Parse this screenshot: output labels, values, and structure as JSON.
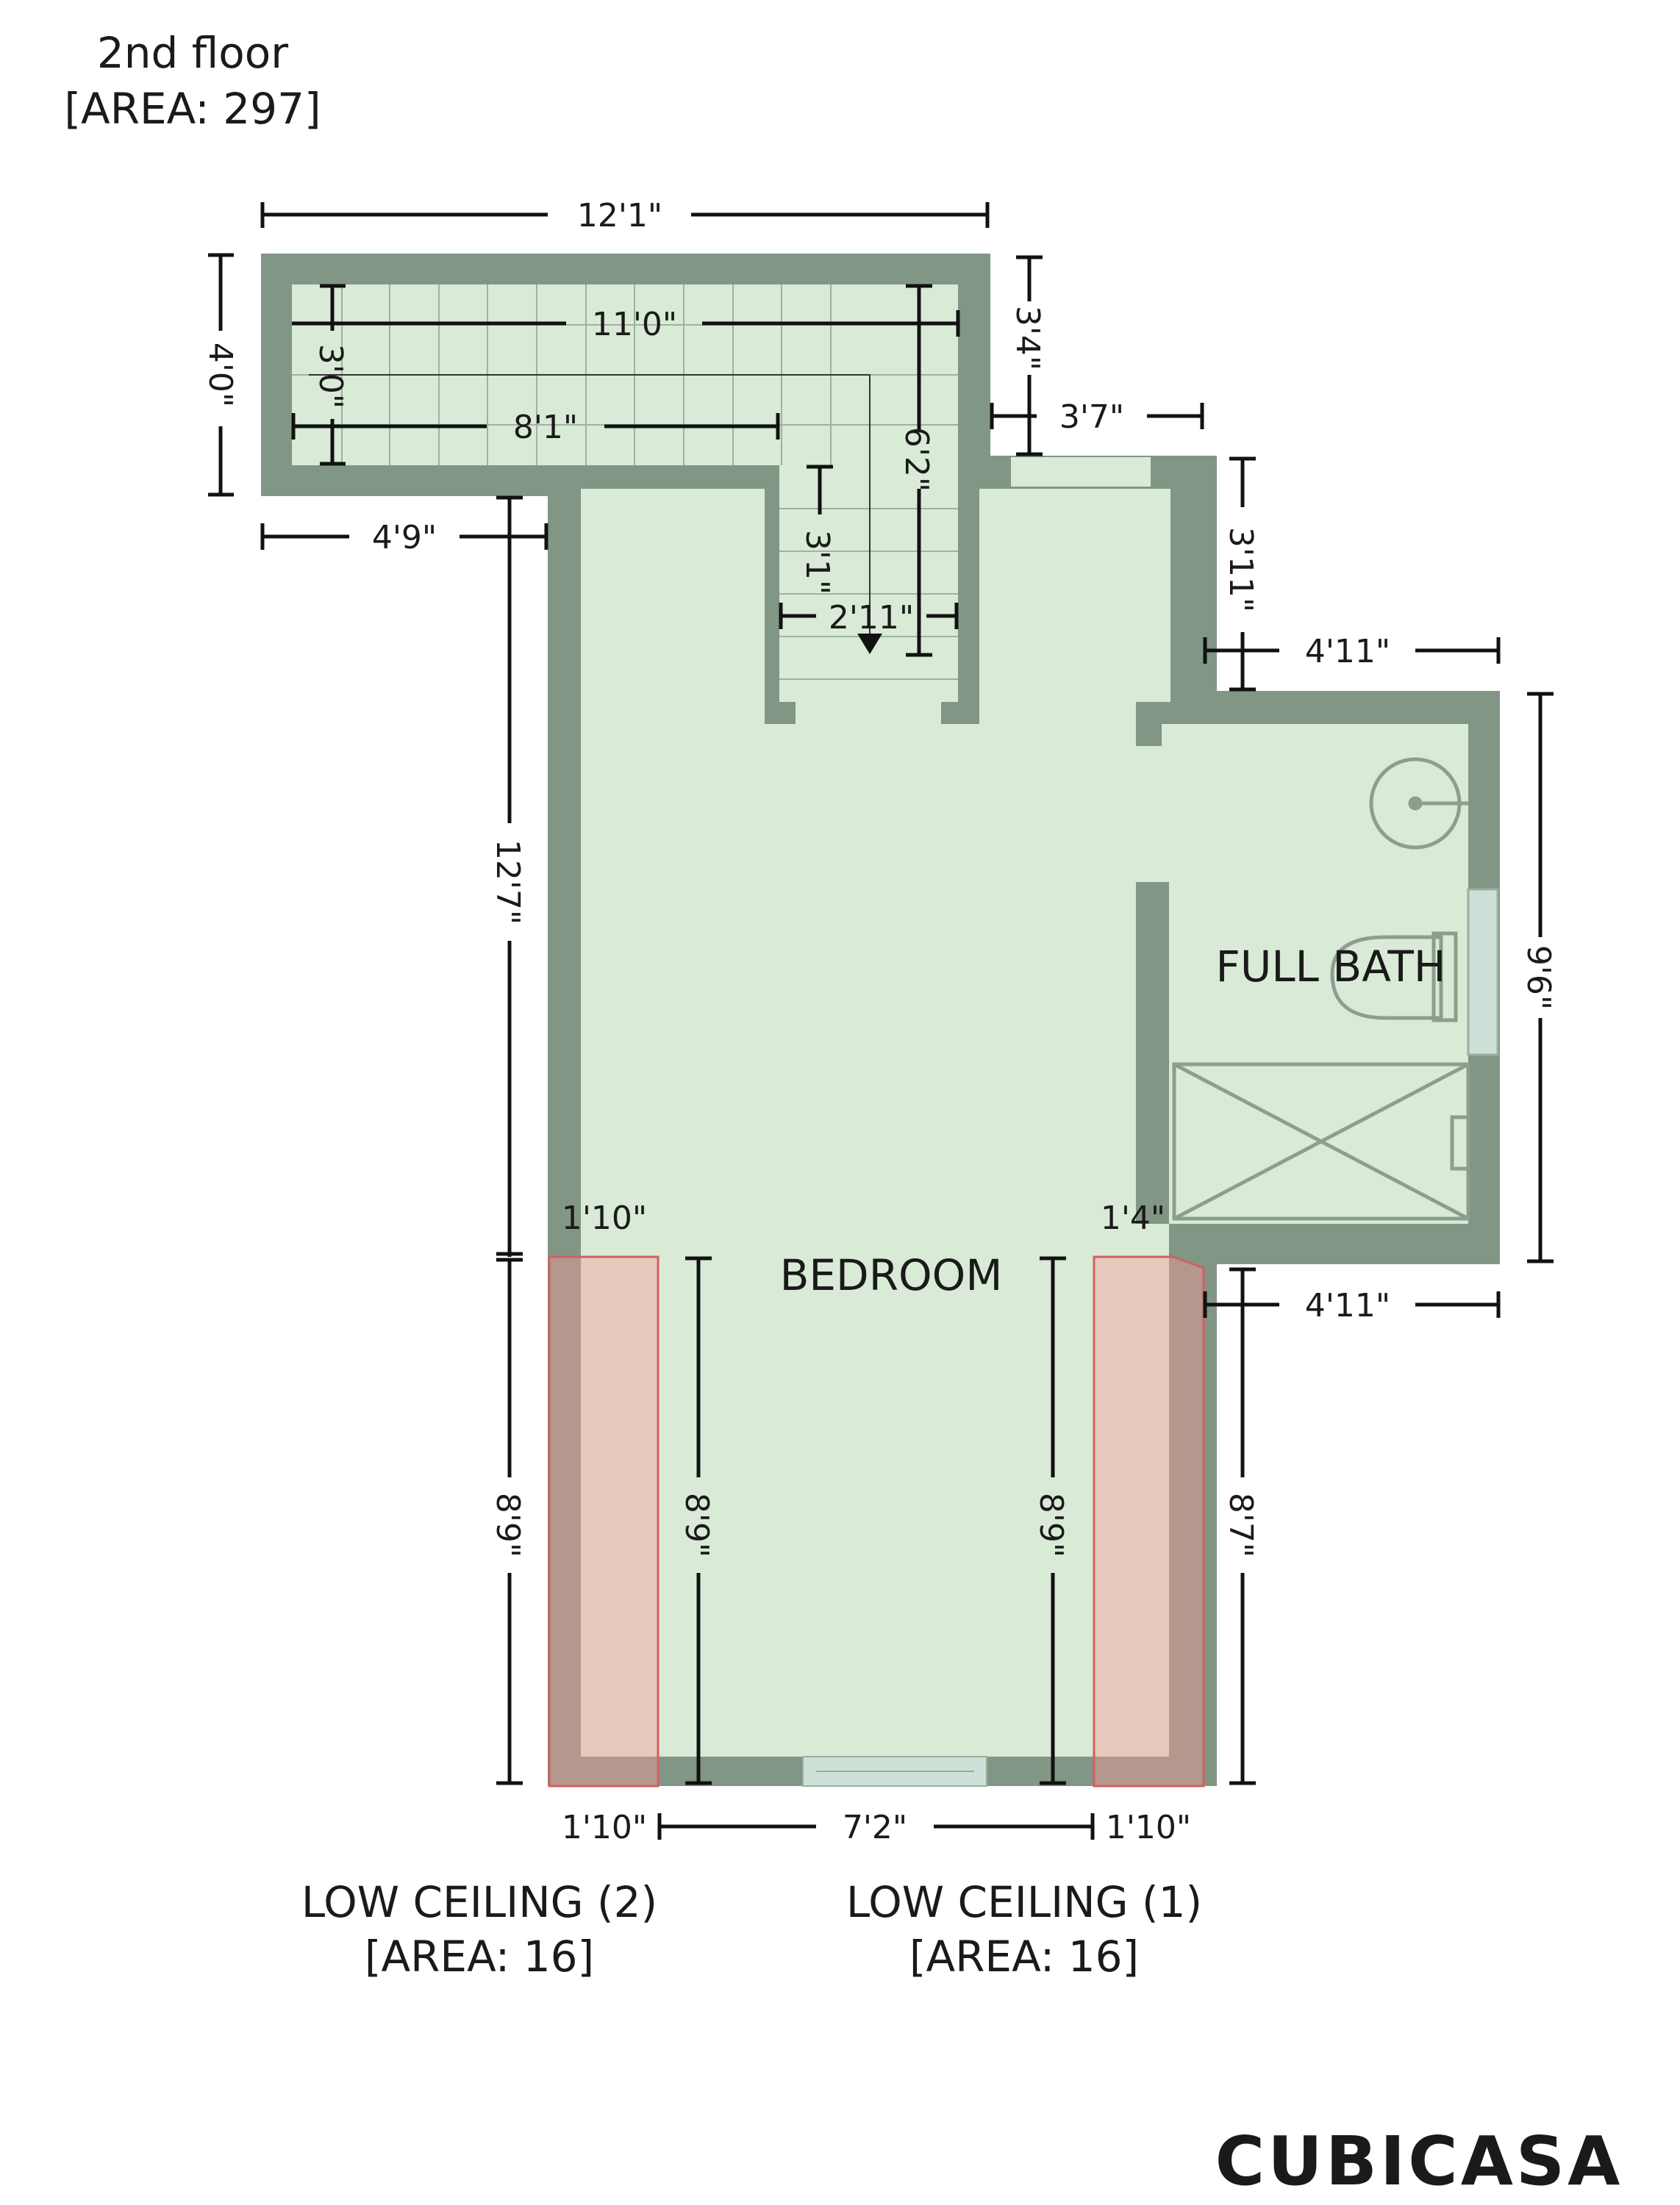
{
  "floor": {
    "title": "2nd floor",
    "area_label": "[AREA: 297]"
  },
  "rooms": {
    "bedroom": "BEDROOM",
    "full_bath": "FULL BATH"
  },
  "low_ceilings": [
    {
      "name": "LOW CEILING (2)",
      "area": "[AREA: 16]"
    },
    {
      "name": "LOW CEILING (1)",
      "area": "[AREA: 16]"
    }
  ],
  "dimensions": {
    "top_width": "12'1\"",
    "left_height": "4'0\"",
    "stair_run": "11'0\"",
    "stair_width": "3'0\"",
    "stair_lower_run": "8'1\"",
    "stair_drop": "6'2\"",
    "step_small": "3'1\"",
    "landing_width": "2'11\"",
    "closet_height": "3'4\"",
    "closet_width": "3'7\"",
    "left_offset": "4'9\"",
    "right_upper_height": "3'11\"",
    "bath_top_width": "4'11\"",
    "bath_height": "9'6\"",
    "bath_bottom_width": "4'11\"",
    "bedroom_upper_height": "12'7\"",
    "bedroom_lower_height": "8'9\"",
    "low_left_height": "8'9\"",
    "low_right_height": "8'9\"",
    "right_lower_height": "8'7\"",
    "low_left_top_width": "1'10\"",
    "low_right_top_width": "1'4\"",
    "bottom_left": "1'10\"",
    "bottom_mid": "7'2\"",
    "bottom_right": "1'10\""
  },
  "brand": "CUBICASA",
  "colors": {
    "room_fill": "#d9ead6",
    "wall": "#829685",
    "low_ceiling_fill": "#ffd7d7",
    "low_ceiling_stroke": "#d06060",
    "dimension_line": "#111111",
    "brand_text": "#d9d9d9"
  }
}
